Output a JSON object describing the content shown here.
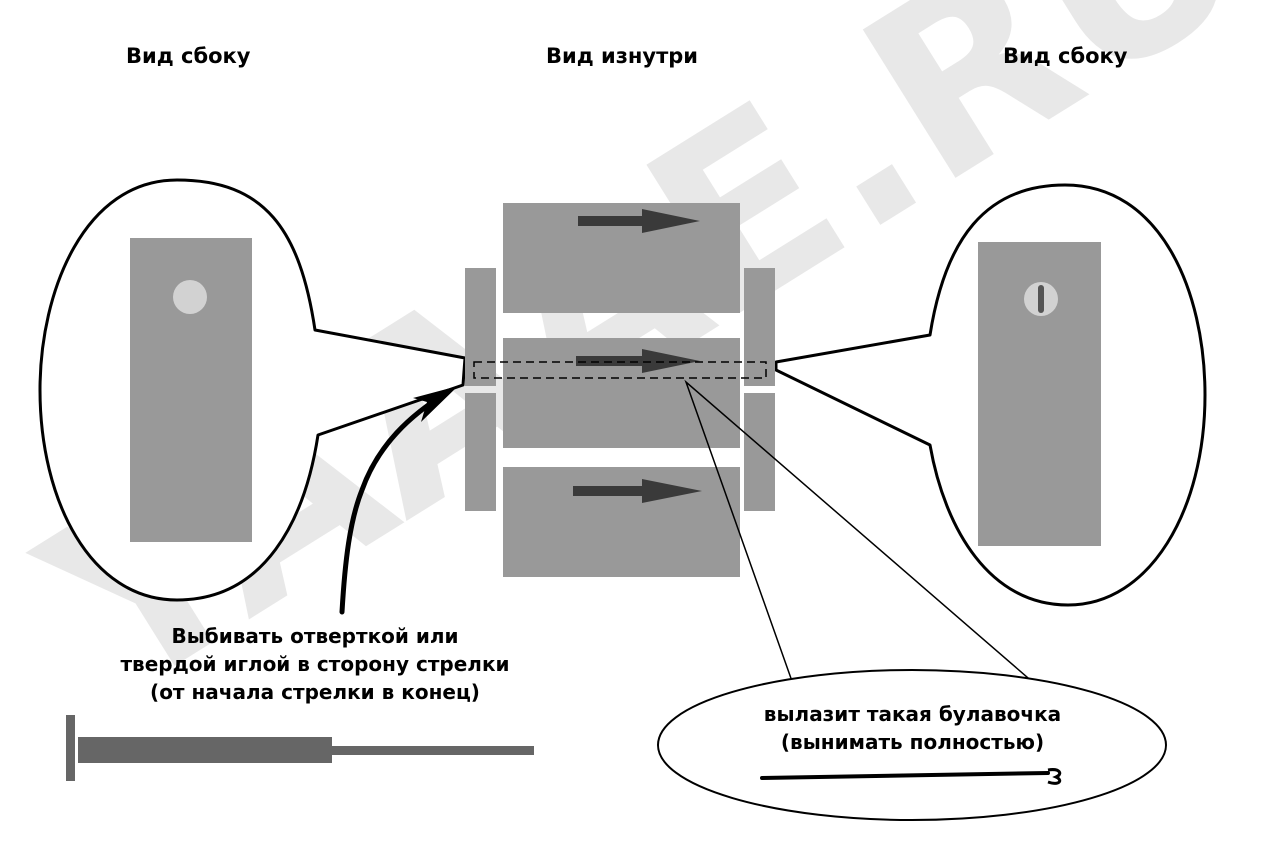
{
  "headings": {
    "left": "Вид сбоку",
    "center": "Вид изнутри",
    "right": "Вид сбоку"
  },
  "instruction": {
    "line1": "Выбивать отверткой или",
    "line2": "твердой иглой в сторону стрелки",
    "line3": "(от начала стрелки в конец)"
  },
  "pin_callout": {
    "line1": "вылазит такая булавочка",
    "line2": "(вынимать полностью)"
  },
  "watermark": "YAAAE.RU YAAAE.RU",
  "colors": {
    "block": "#999999",
    "arrow": "#3a3a3a",
    "tool": "#666666",
    "pin_hole": "#d2d2d2",
    "watermark": "#e6e6e6"
  }
}
